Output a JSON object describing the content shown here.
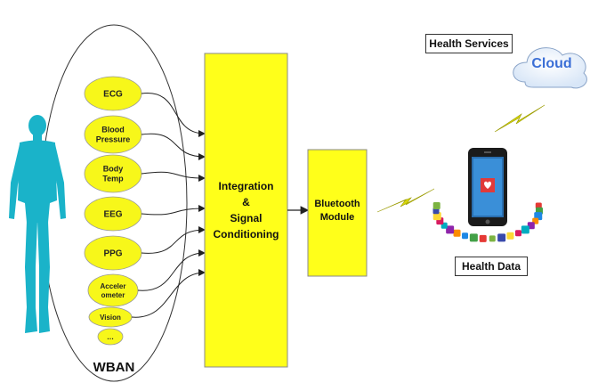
{
  "wban": {
    "label": "WBAN",
    "sensors": [
      "ECG",
      "Blood\nPressure",
      "Body\nTemp",
      "EEG",
      "PPG",
      "Acceler\nometer",
      "Vision",
      "…"
    ]
  },
  "integration_block": {
    "label_lines": [
      "Integration",
      "&",
      "Signal",
      "Conditioning"
    ]
  },
  "bluetooth_block": {
    "label_lines": [
      "Bluetooth",
      "Module"
    ]
  },
  "cloud": {
    "label": "Cloud"
  },
  "health_services": {
    "label": "Health Services"
  },
  "health_data": {
    "label": "Health Data"
  },
  "colors": {
    "sensor_fill": "#f7f71a",
    "block_fill": "#ffff1a",
    "body": "#1ab3c9",
    "cloud_text": "#3b6fd6",
    "lightning": "#d6d60a"
  }
}
